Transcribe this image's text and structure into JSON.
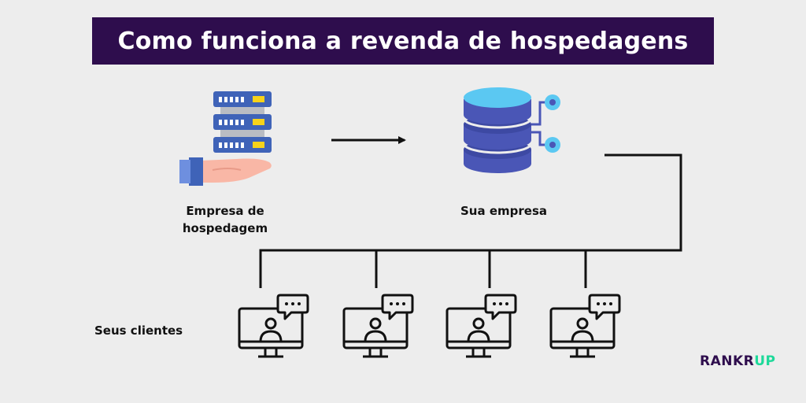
{
  "title": "Como funciona a revenda de hospedagens",
  "nodes": {
    "hosting_company": {
      "label_line1": "Empresa de",
      "label_line2": "hospedagem",
      "icon": "server-in-hand-icon"
    },
    "your_company": {
      "label": "Sua empresa",
      "icon": "database-network-icon"
    },
    "clients": {
      "label": "Seus clientes",
      "icon": "computer-user-chat-icon",
      "count": 4
    }
  },
  "brand": {
    "part1": "RANKR",
    "part2": "UP",
    "color1": "#2e0d4d",
    "color2": "#1ed99a"
  },
  "colors": {
    "background": "#ededed",
    "title_bar": "#2e0d4d",
    "title_text": "#ffffff",
    "server_blue": "#3f63b8",
    "server_light": "#6e8fdf",
    "server_gray": "#b9bcc3",
    "led_yellow": "#f7d21a",
    "hand_skin": "#f9b7a6",
    "sleeve": "#3f63b8",
    "db_light": "#5bc8f2",
    "db_body": "#4a56b6",
    "lines": "#111111"
  }
}
